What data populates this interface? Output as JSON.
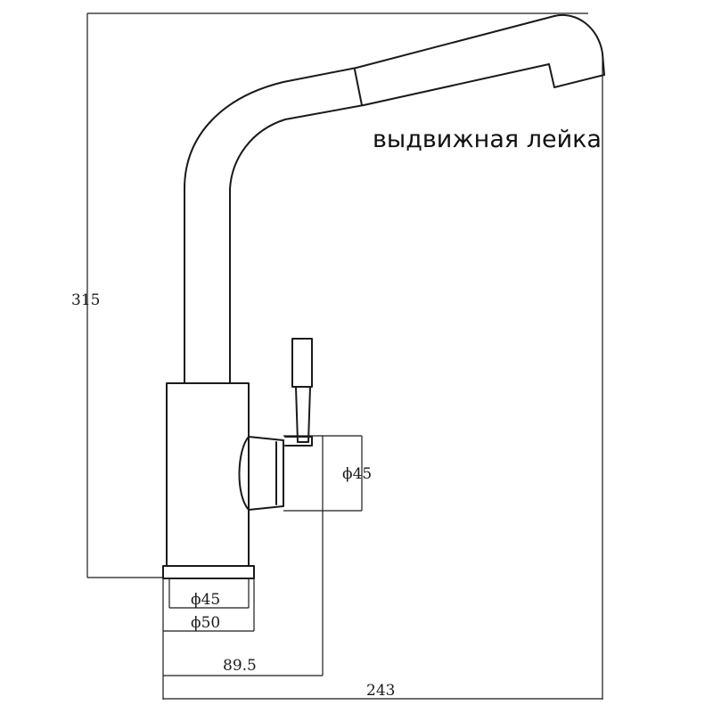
{
  "annotation": "выдвижная лейка",
  "dimensions": {
    "height": "315",
    "handle_diameter": "ϕ45",
    "base_inner_diameter": "ϕ45",
    "base_outer_diameter": "ϕ50",
    "handle_reach": "89.5",
    "total_reach": "243"
  }
}
